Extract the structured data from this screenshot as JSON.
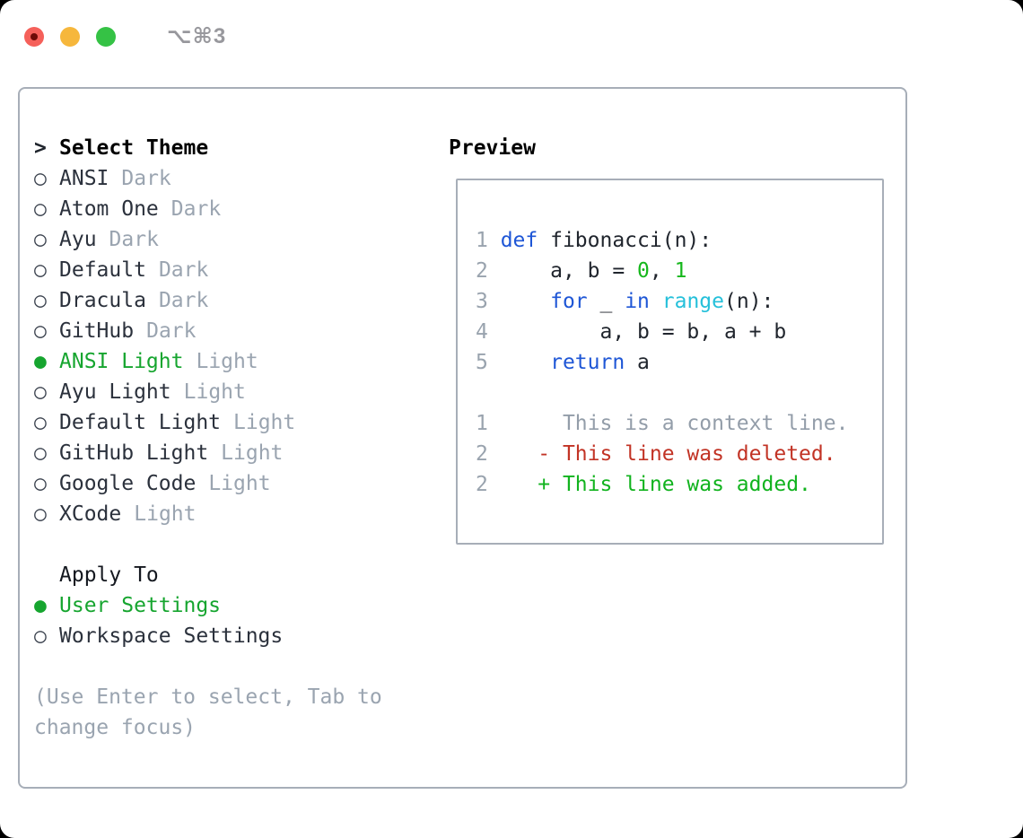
{
  "window": {
    "shortcut": "⌥⌘3",
    "traffic_lights": {
      "close": "#f5605a",
      "minimize": "#f6b73c",
      "zoom": "#35c245",
      "close_inner_dot": "#6e0b07"
    }
  },
  "colors": {
    "foreground": "#20252d",
    "muted": "#9aa4b0",
    "keyword": "#1e56d6",
    "function_cyan": "#25c0da",
    "number_green": "#16b71c",
    "added_green": "#11b31e",
    "deleted_red": "#c23325",
    "selected_green": "#16a52f",
    "line_number": "#99a3ae",
    "context_gray": "#939da9",
    "bullet_gray": "#3d4450",
    "border_gray": "#a7aeb8"
  },
  "glyphs": {
    "radio_selected": "●",
    "radio_unselected": "○",
    "prompt": ">"
  },
  "panel": {
    "theme_section": {
      "title": "Select Theme",
      "items": [
        {
          "name": "ANSI",
          "variant": "Dark",
          "selected": false
        },
        {
          "name": "Atom One",
          "variant": "Dark",
          "selected": false
        },
        {
          "name": "Ayu",
          "variant": "Dark",
          "selected": false
        },
        {
          "name": "Default",
          "variant": "Dark",
          "selected": false
        },
        {
          "name": "Dracula",
          "variant": "Dark",
          "selected": false
        },
        {
          "name": "GitHub",
          "variant": "Dark",
          "selected": false
        },
        {
          "name": "ANSI Light",
          "variant": "Light",
          "selected": true
        },
        {
          "name": "Ayu Light",
          "variant": "Light",
          "selected": false
        },
        {
          "name": "Default Light",
          "variant": "Light",
          "selected": false
        },
        {
          "name": "GitHub Light",
          "variant": "Light",
          "selected": false
        },
        {
          "name": "Google Code",
          "variant": "Light",
          "selected": false
        },
        {
          "name": "XCode",
          "variant": "Light",
          "selected": false
        }
      ]
    },
    "apply_section": {
      "title": "Apply To",
      "items": [
        {
          "name": "User Settings",
          "selected": true
        },
        {
          "name": "Workspace Settings",
          "selected": false
        }
      ]
    },
    "help_lines": [
      "(Use Enter to select, Tab to",
      "change focus)"
    ],
    "preview": {
      "title": "Preview",
      "lines": [
        {
          "segments": [
            {
              "t": "1 ",
              "c": "line_number"
            },
            {
              "t": "def",
              "c": "keyword"
            },
            {
              "t": " fibonacci(n):",
              "c": "foreground"
            }
          ]
        },
        {
          "segments": [
            {
              "t": "2 ",
              "c": "line_number"
            },
            {
              "t": "    a, b = ",
              "c": "foreground"
            },
            {
              "t": "0",
              "c": "number_green"
            },
            {
              "t": ", ",
              "c": "foreground"
            },
            {
              "t": "1",
              "c": "number_green"
            }
          ]
        },
        {
          "segments": [
            {
              "t": "3 ",
              "c": "line_number"
            },
            {
              "t": "    ",
              "c": "foreground"
            },
            {
              "t": "for",
              "c": "keyword"
            },
            {
              "t": " _ ",
              "c": "foreground"
            },
            {
              "t": "in",
              "c": "keyword"
            },
            {
              "t": " ",
              "c": "foreground"
            },
            {
              "t": "range",
              "c": "function_cyan"
            },
            {
              "t": "(n):",
              "c": "foreground"
            }
          ]
        },
        {
          "segments": [
            {
              "t": "4 ",
              "c": "line_number"
            },
            {
              "t": "        a, b = b, a + b",
              "c": "foreground"
            }
          ]
        },
        {
          "segments": [
            {
              "t": "5 ",
              "c": "line_number"
            },
            {
              "t": "    ",
              "c": "foreground"
            },
            {
              "t": "return",
              "c": "keyword"
            },
            {
              "t": " a",
              "c": "foreground"
            }
          ]
        },
        {
          "segments": []
        },
        {
          "segments": [
            {
              "t": "1",
              "c": "line_number"
            },
            {
              "t": "      This is a context line.",
              "c": "context_gray"
            }
          ]
        },
        {
          "segments": [
            {
              "t": "2",
              "c": "line_number"
            },
            {
              "t": "    ",
              "c": "foreground"
            },
            {
              "t": "- This line was deleted.",
              "c": "deleted_red"
            }
          ]
        },
        {
          "segments": [
            {
              "t": "2",
              "c": "line_number"
            },
            {
              "t": "    ",
              "c": "foreground"
            },
            {
              "t": "+ This line was added.",
              "c": "added_green"
            }
          ]
        }
      ]
    }
  }
}
